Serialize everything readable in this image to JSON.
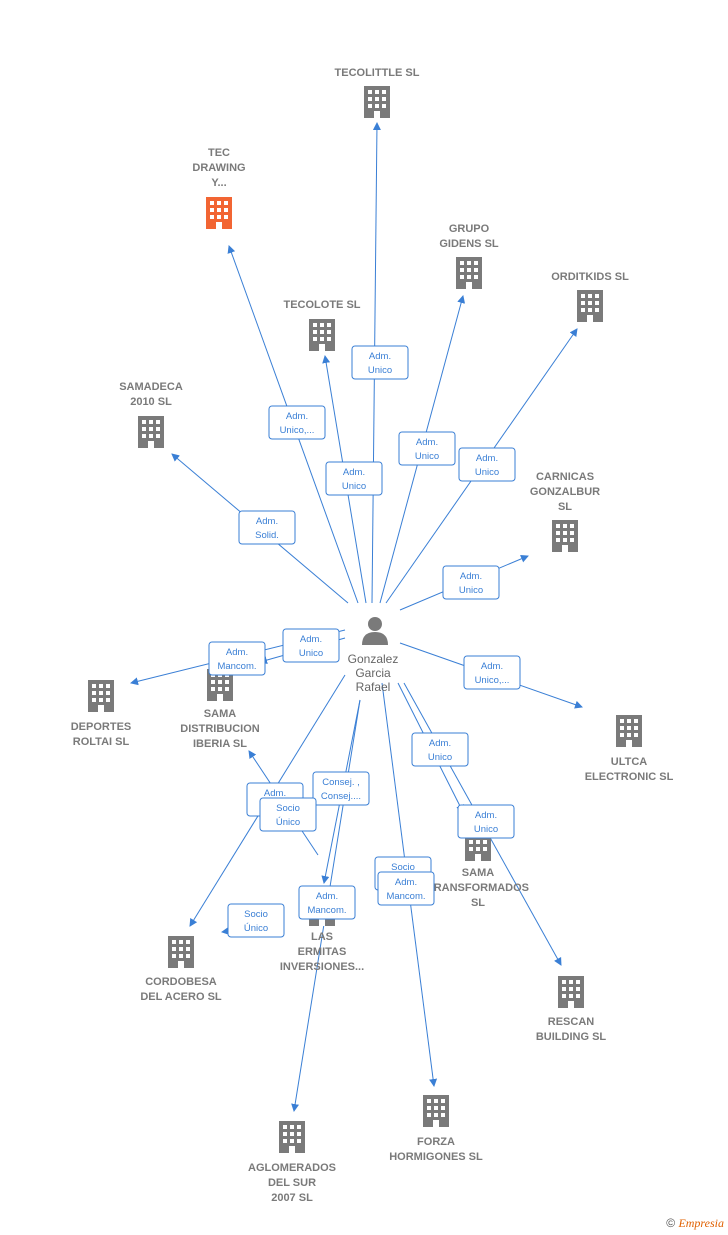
{
  "colors": {
    "edge": "#3a7fd5",
    "building": "#7a7a7a",
    "highlight": "#f26533",
    "text": "#7a7a7a"
  },
  "center": {
    "lines": [
      "Gonzalez",
      "Garcia",
      "Rafael"
    ],
    "icon": "person-icon"
  },
  "companies": [
    {
      "id": "tecolittle",
      "lines": [
        "TECOLITTLE SL"
      ],
      "highlight": false
    },
    {
      "id": "tec-drawing",
      "lines": [
        "TEC",
        "DRAWING",
        "Y..."
      ],
      "highlight": true
    },
    {
      "id": "grupo-gidens",
      "lines": [
        "GRUPO",
        "GIDENS  SL"
      ],
      "highlight": false
    },
    {
      "id": "orditkids",
      "lines": [
        "ORDITKIDS SL"
      ],
      "highlight": false
    },
    {
      "id": "tecolote",
      "lines": [
        "TECOLOTE SL"
      ],
      "highlight": false
    },
    {
      "id": "samadeca",
      "lines": [
        "SAMADECA",
        "2010 SL"
      ],
      "highlight": false
    },
    {
      "id": "carnicas",
      "lines": [
        "CARNICAS",
        "GONZALBUR",
        "SL"
      ],
      "highlight": false
    },
    {
      "id": "deportes",
      "lines": [
        "DEPORTES",
        "ROLTAI  SL"
      ],
      "highlight": false
    },
    {
      "id": "sama-distribucion",
      "lines": [
        "SAMA",
        "DISTRIBUCION",
        "IBERIA  SL"
      ],
      "highlight": false
    },
    {
      "id": "ultca",
      "lines": [
        "ULTCA",
        "ELECTRONIC SL"
      ],
      "highlight": false
    },
    {
      "id": "sama-transformados",
      "lines": [
        "SAMA",
        "TRANSFORMADOS",
        "SL"
      ],
      "highlight": false
    },
    {
      "id": "las-ermitas",
      "lines": [
        "LAS",
        "ERMITAS",
        "INVERSIONES..."
      ],
      "highlight": false
    },
    {
      "id": "cordobesa",
      "lines": [
        "CORDOBESA",
        "DEL ACERO SL"
      ],
      "highlight": false
    },
    {
      "id": "rescan",
      "lines": [
        "RESCAN",
        "BUILDING  SL"
      ],
      "highlight": false
    },
    {
      "id": "forza",
      "lines": [
        "FORZA",
        "HORMIGONES SL"
      ],
      "highlight": false
    },
    {
      "id": "aglomerados",
      "lines": [
        "AGLOMERADOS",
        "DEL SUR",
        "2007 SL"
      ],
      "highlight": false
    }
  ],
  "relations": [
    {
      "target": "tecolittle",
      "roles": [
        "Adm.",
        "Unico"
      ]
    },
    {
      "target": "tec-drawing",
      "roles": [
        "Adm.",
        "Unico,..."
      ]
    },
    {
      "target": "grupo-gidens",
      "roles": [
        "Adm.",
        "Unico"
      ]
    },
    {
      "target": "orditkids",
      "roles": [
        "Adm.",
        "Unico"
      ]
    },
    {
      "target": "tecolote",
      "roles": [
        "Adm.",
        "Unico"
      ]
    },
    {
      "target": "samadeca",
      "roles": [
        "Adm.",
        "Solid."
      ]
    },
    {
      "target": "carnicas",
      "roles": [
        "Adm.",
        "Unico"
      ]
    },
    {
      "target": "deportes",
      "roles": [
        "Adm.",
        "Mancom."
      ]
    },
    {
      "target": "sama-distribucion",
      "roles": [
        "Adm.",
        "Unico"
      ]
    },
    {
      "target": "ultca",
      "roles": [
        "Adm.",
        "Unico,..."
      ]
    },
    {
      "target": "sama-transformados",
      "roles": [
        "Adm.",
        "Unico"
      ]
    },
    {
      "target": "rescan",
      "roles": [
        "Adm.",
        "Unico"
      ]
    },
    {
      "target": "las-ermitas",
      "roles": [
        "Consej. ,",
        "Consej...."
      ]
    },
    {
      "target": "sama-distribucion-b",
      "roles": [
        "Adm.",
        "Unico"
      ]
    },
    {
      "target": "cordobesa",
      "roles": [
        "Socio",
        "Único"
      ]
    },
    {
      "target": "cordobesa-b",
      "roles": [
        "Socio",
        "Único"
      ]
    },
    {
      "target": "aglomerados",
      "roles": [
        "Adm.",
        "Mancom."
      ]
    },
    {
      "target": "forza",
      "roles": [
        "Socio",
        "Único"
      ]
    },
    {
      "target": "forza-b",
      "roles": [
        "Adm.",
        "Mancom."
      ]
    }
  ],
  "watermark": {
    "copyright": "©",
    "brand": "Empresia"
  }
}
